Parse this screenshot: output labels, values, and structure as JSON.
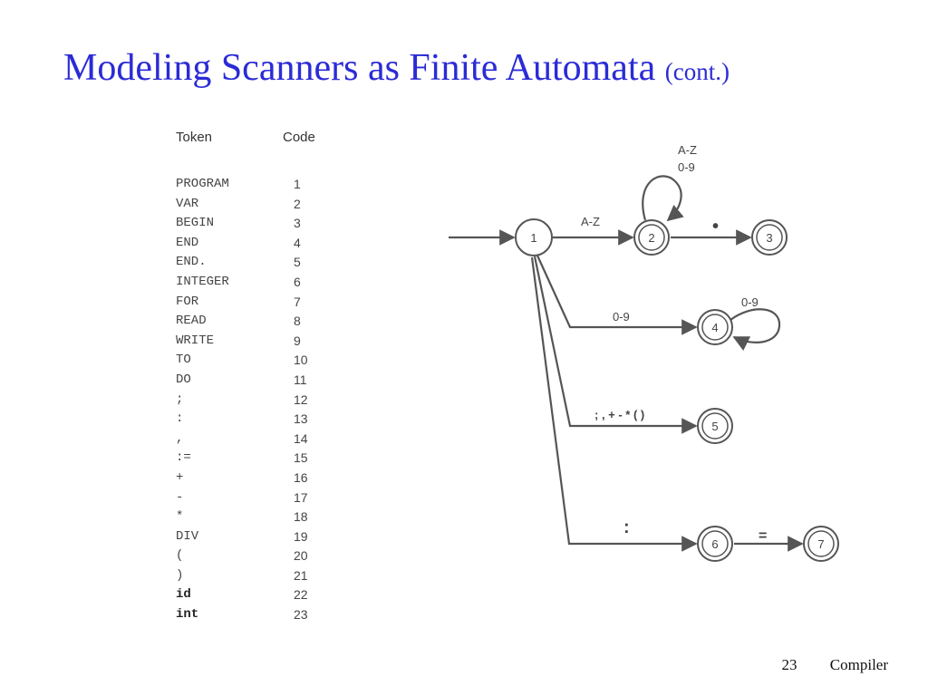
{
  "title": {
    "main": "Modeling Scanners as Finite Automata",
    "sub": "(cont.)"
  },
  "table": {
    "header_token": "Token",
    "header_code": "Code",
    "rows": [
      {
        "token": "PROGRAM",
        "code": "1"
      },
      {
        "token": "VAR",
        "code": "2"
      },
      {
        "token": "BEGIN",
        "code": "3"
      },
      {
        "token": "END",
        "code": "4"
      },
      {
        "token": "END.",
        "code": "5"
      },
      {
        "token": "INTEGER",
        "code": "6"
      },
      {
        "token": "FOR",
        "code": "7"
      },
      {
        "token": "READ",
        "code": "8"
      },
      {
        "token": "WRITE",
        "code": "9"
      },
      {
        "token": "TO",
        "code": "10"
      },
      {
        "token": "DO",
        "code": "11"
      },
      {
        "token": ";",
        "code": "12"
      },
      {
        "token": ":",
        "code": "13"
      },
      {
        "token": ",",
        "code": "14"
      },
      {
        "token": ":=",
        "code": "15"
      },
      {
        "token": "+",
        "code": "16"
      },
      {
        "token": "-",
        "code": "17"
      },
      {
        "token": "*",
        "code": "18"
      },
      {
        "token": "DIV",
        "code": "19"
      },
      {
        "token": "(",
        "code": "20"
      },
      {
        "token": ")",
        "code": "21"
      },
      {
        "token": "id",
        "code": "22",
        "bold": true
      },
      {
        "token": "int",
        "code": "23",
        "bold": true
      }
    ]
  },
  "diagram": {
    "states": [
      {
        "id": "1",
        "final": false
      },
      {
        "id": "2",
        "final": true
      },
      {
        "id": "3",
        "final": true
      },
      {
        "id": "4",
        "final": true
      },
      {
        "id": "5",
        "final": true
      },
      {
        "id": "6",
        "final": true
      },
      {
        "id": "7",
        "final": true
      }
    ],
    "transitions": [
      {
        "from": "1",
        "to": "2",
        "label": "A-Z"
      },
      {
        "from": "2",
        "to": "2",
        "label_line1": "A-Z",
        "label_line2": "0-9"
      },
      {
        "from": "2",
        "to": "3",
        "label": "•"
      },
      {
        "from": "1",
        "to": "4",
        "label": "0-9"
      },
      {
        "from": "4",
        "to": "4",
        "label": "0-9"
      },
      {
        "from": "1",
        "to": "5",
        "label": "; , + - * ( )"
      },
      {
        "from": "1",
        "to": "6",
        "label": ":"
      },
      {
        "from": "6",
        "to": "7",
        "label": "="
      }
    ]
  },
  "footer": {
    "page": "23",
    "course": "Compiler"
  }
}
